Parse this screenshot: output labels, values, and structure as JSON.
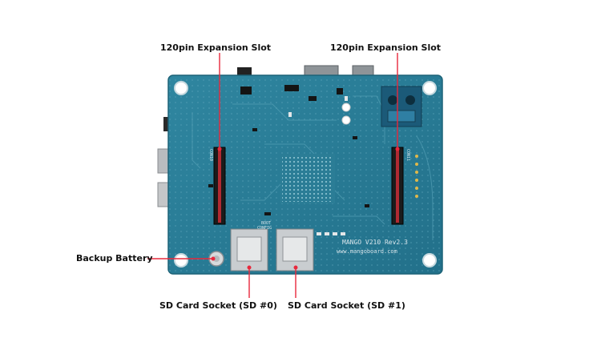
{
  "labels": {
    "slot_left": "120pin Expansion Slot",
    "slot_right": "120pin Expansion Slot",
    "battery": "Backup Battery",
    "sd0": "SD Card Socket (SD #0)",
    "sd1": "SD Card Socket (SD #1)"
  },
  "board": {
    "silk_model": "MANGO V210 Rev2.3",
    "silk_url": "www.mangoboard.com",
    "silk_boot": "BOOT",
    "silk_config": "CONFIG",
    "silk_con_left": "CON10",
    "silk_con_right": "CON11"
  },
  "colors": {
    "board": "#2a7b94",
    "board_edge": "#1d6378",
    "callout": "#e8283c",
    "connector": "#1b1b1b",
    "background": "#ffffff"
  }
}
